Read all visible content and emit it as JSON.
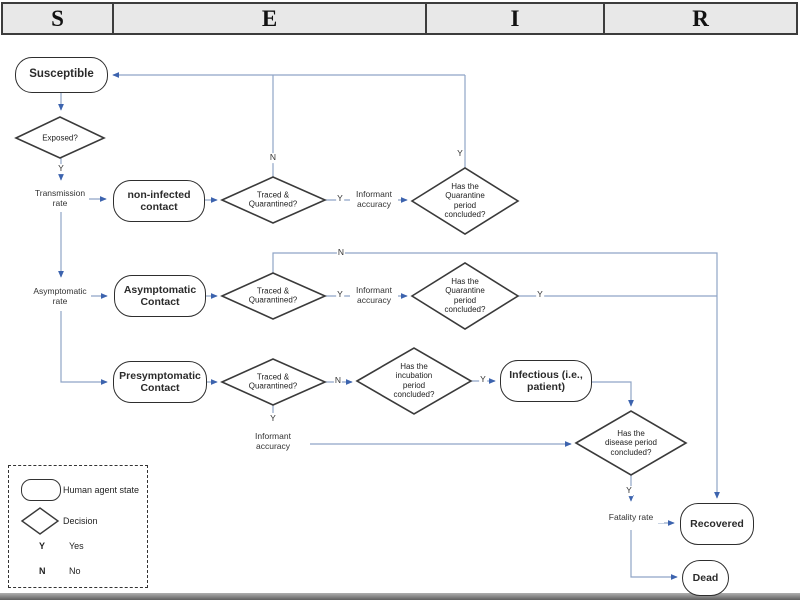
{
  "header": {
    "columns": [
      {
        "label": "S"
      },
      {
        "label": "E"
      },
      {
        "label": "I"
      },
      {
        "label": "R"
      }
    ]
  },
  "nodes": {
    "susceptible": "Susceptible",
    "non_infected": "non-infected contact",
    "asymptomatic": "Asymptomatic Contact",
    "presymptomatic": "Presymptomatic Contact",
    "infectious": "Infectious (i.e., patient)",
    "recovered": "Recovered",
    "dead": "Dead"
  },
  "decisions": {
    "exposed": "Exposed?",
    "traced": "Traced & Quarantined?",
    "quarantine": "Has the Quarantine period concluded?",
    "incubation": "Has the incubation period concluded?",
    "disease": "Has the disease period concluded?"
  },
  "edge_labels": {
    "yes": "Y",
    "no": "N",
    "transmission_rate": "Transmission rate",
    "asymptomatic_rate": "Asymptomatic rate",
    "informant_accuracy": "Informant accuracy",
    "fatality_rate": "Fatality rate"
  },
  "legend": {
    "state": "Human agent state",
    "decision": "Decision",
    "y_key": "Y",
    "y_value": "Yes",
    "n_key": "N",
    "n_value": "No"
  },
  "colors": {
    "connector": "#8fa5c6",
    "arrow": "#3c63ae",
    "shape_border": "#3a3a3a",
    "header_bg": "#e8e8e8"
  }
}
